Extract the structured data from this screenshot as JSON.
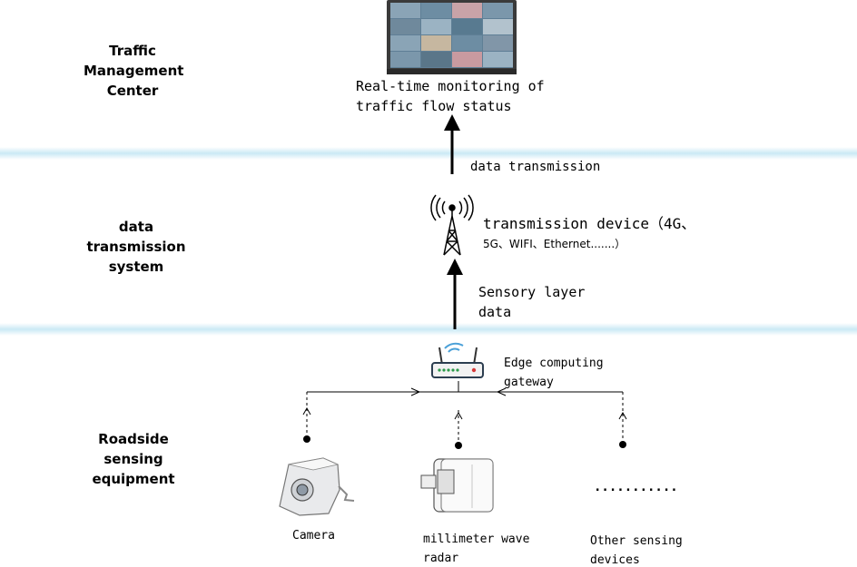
{
  "layers": {
    "traffic_center": [
      "Traffic",
      "Management",
      "Center"
    ],
    "data_transmission": [
      "data",
      "transmission",
      "system"
    ],
    "roadside": [
      "Roadside",
      "sensing",
      "equipment"
    ]
  },
  "monitor": {
    "caption_line1": "Real-time monitoring of",
    "caption_line2": "traffic flow status"
  },
  "arrows": {
    "upper_label": "data transmission",
    "lower_label_line1": "Sensory layer",
    "lower_label_line2": "data"
  },
  "tower": {
    "label_line1": "transmission device（4G、",
    "label_line2": "5G、WIFI、Ethernet.......）"
  },
  "gateway": {
    "label_line1": "Edge computing",
    "label_line2": "gateway"
  },
  "devices": {
    "camera": "Camera",
    "radar_line1": "millimeter wave",
    "radar_line2": "radar",
    "other_dots": "...........",
    "other_line1": "Other sensing",
    "other_line2": "devices"
  },
  "colors": {
    "band": "#c8e8f4",
    "screen": "#5f7f96",
    "bezel": "#3a3a3a"
  }
}
